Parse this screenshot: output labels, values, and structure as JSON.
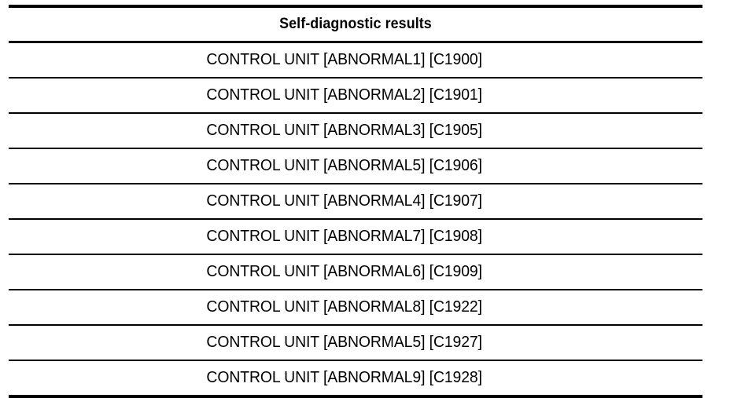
{
  "table": {
    "header": "Self-diagnostic results",
    "rows": [
      {
        "text": "CONTROL UNIT [ABNORMAL1] [C1900]"
      },
      {
        "text": "CONTROL UNIT [ABNORMAL2] [C1901]"
      },
      {
        "text": "CONTROL UNIT [ABNORMAL3] [C1905]"
      },
      {
        "text": "CONTROL UNIT [ABNORMAL5] [C1906]"
      },
      {
        "text": "CONTROL UNIT [ABNORMAL4] [C1907]"
      },
      {
        "text": "CONTROL UNIT [ABNORMAL7] [C1908]"
      },
      {
        "text": "CONTROL UNIT [ABNORMAL6] [C1909]"
      },
      {
        "text": "CONTROL UNIT [ABNORMAL8] [C1922]"
      },
      {
        "text": "CONTROL UNIT [ABNORMAL5] [C1927]"
      },
      {
        "text": "CONTROL UNIT [ABNORMAL9] [C1928]"
      }
    ]
  },
  "colors": {
    "rule": "#000000",
    "text": "#000000",
    "background": "#ffffff"
  }
}
